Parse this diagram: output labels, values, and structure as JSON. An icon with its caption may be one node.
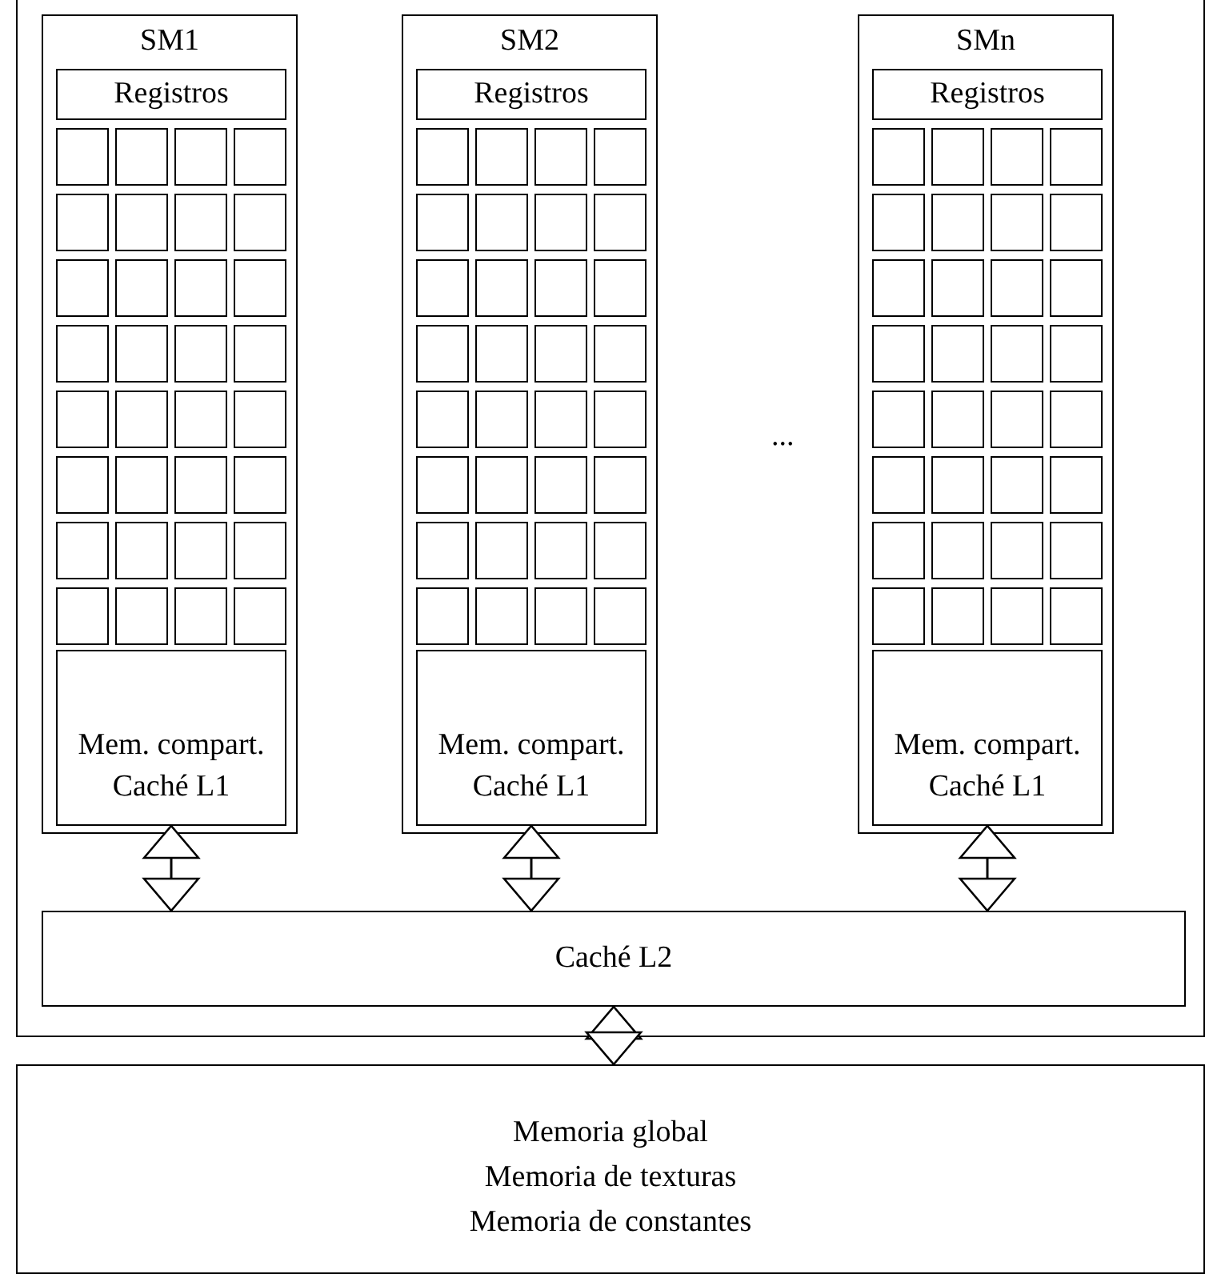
{
  "diagram": {
    "nodes": [
      {
        "text": [],
        "shape": "box"
      },
      {
        "text": [
          "SM1"
        ],
        "in": 0
      },
      {
        "text": [
          "Registros"
        ],
        "in": 1
      },
      {
        "text": [],
        "shape": "box",
        "in": 1
      },
      {
        "text": [],
        "shape": "box",
        "in": 1
      },
      {
        "text": [],
        "shape": "box",
        "in": 1
      },
      {
        "text": [],
        "shape": "box",
        "in": 1
      },
      {
        "text": [],
        "shape": "box",
        "in": 1
      },
      {
        "text": [],
        "shape": "box",
        "in": 1
      },
      {
        "text": [],
        "shape": "box",
        "in": 1
      },
      {
        "text": [],
        "shape": "box",
        "in": 1
      },
      {
        "text": [],
        "shape": "box",
        "in": 1
      },
      {
        "text": [],
        "shape": "box",
        "in": 1
      },
      {
        "text": [],
        "shape": "box",
        "in": 1
      },
      {
        "text": [],
        "shape": "box",
        "in": 1
      },
      {
        "text": [],
        "shape": "box",
        "in": 1
      },
      {
        "text": [],
        "shape": "box",
        "in": 1
      },
      {
        "text": [],
        "shape": "box",
        "in": 1
      },
      {
        "text": [],
        "shape": "box",
        "in": 1
      },
      {
        "text": [],
        "shape": "box",
        "in": 1
      },
      {
        "text": [],
        "shape": "box",
        "in": 1
      },
      {
        "text": [],
        "shape": "box",
        "in": 1
      },
      {
        "text": [],
        "shape": "box",
        "in": 1
      },
      {
        "text": [],
        "shape": "box",
        "in": 1
      },
      {
        "text": [],
        "shape": "box",
        "in": 1
      },
      {
        "text": [],
        "shape": "box",
        "in": 1
      },
      {
        "text": [],
        "shape": "box",
        "in": 1
      },
      {
        "text": [],
        "shape": "box",
        "in": 1
      },
      {
        "text": [],
        "shape": "box",
        "in": 1
      },
      {
        "text": [],
        "shape": "box",
        "in": 1
      },
      {
        "text": [],
        "shape": "box",
        "in": 1
      },
      {
        "text": [],
        "shape": "box",
        "in": 1
      },
      {
        "text": [],
        "shape": "box",
        "in": 1
      },
      {
        "text": [],
        "shape": "box",
        "in": 1
      },
      {
        "text": [],
        "shape": "box",
        "in": 1
      },
      {
        "text": [
          "Mem. compart. Caché L1"
        ],
        "in": 1
      },
      {
        "text": [
          "SM2"
        ],
        "in": 0
      },
      {
        "text": [
          "Registros"
        ],
        "in": 36
      },
      {
        "text": [],
        "shape": "box",
        "in": 36
      },
      {
        "text": [],
        "shape": "box",
        "in": 36
      },
      {
        "text": [],
        "shape": "box",
        "in": 36
      },
      {
        "text": [],
        "shape": "box",
        "in": 36
      },
      {
        "text": [],
        "shape": "box",
        "in": 36
      },
      {
        "text": [],
        "shape": "box",
        "in": 36
      },
      {
        "text": [],
        "shape": "box",
        "in": 36
      },
      {
        "text": [],
        "shape": "box",
        "in": 36
      },
      {
        "text": [],
        "shape": "box",
        "in": 36
      },
      {
        "text": [],
        "shape": "box",
        "in": 36
      },
      {
        "text": [],
        "shape": "box",
        "in": 36
      },
      {
        "text": [],
        "shape": "box",
        "in": 36
      },
      {
        "text": [],
        "shape": "box",
        "in": 36
      },
      {
        "text": [],
        "shape": "box",
        "in": 36
      },
      {
        "text": [],
        "shape": "box",
        "in": 36
      },
      {
        "text": [],
        "shape": "box",
        "in": 36
      },
      {
        "text": [],
        "shape": "box",
        "in": 36
      },
      {
        "text": [],
        "shape": "box",
        "in": 36
      },
      {
        "text": [],
        "shape": "box",
        "in": 36
      },
      {
        "text": [],
        "shape": "box",
        "in": 36
      },
      {
        "text": [],
        "shape": "box",
        "in": 36
      },
      {
        "text": [],
        "shape": "box",
        "in": 36
      },
      {
        "text": [],
        "shape": "box",
        "in": 36
      },
      {
        "text": [],
        "shape": "box",
        "in": 36
      },
      {
        "text": [],
        "shape": "box",
        "in": 36
      },
      {
        "text": [],
        "shape": "box",
        "in": 36
      },
      {
        "text": [],
        "shape": "box",
        "in": 36
      },
      {
        "text": [],
        "shape": "box",
        "in": 36
      },
      {
        "text": [],
        "shape": "box",
        "in": 36
      },
      {
        "text": [],
        "shape": "box",
        "in": 36
      },
      {
        "text": [],
        "shape": "box",
        "in": 36
      },
      {
        "text": [],
        "shape": "box",
        "in": 36
      },
      {
        "text": [
          "Mem. compart. Caché L1"
        ],
        "in": 36
      },
      {
        "text": [
          "SMn"
        ],
        "in": 0
      },
      {
        "text": [
          "Registros"
        ],
        "in": 71
      },
      {
        "text": [],
        "shape": "box",
        "in": 71
      },
      {
        "text": [],
        "shape": "box",
        "in": 71
      },
      {
        "text": [],
        "shape": "box",
        "in": 71
      },
      {
        "text": [],
        "shape": "box",
        "in": 71
      },
      {
        "text": [],
        "shape": "box",
        "in": 71
      },
      {
        "text": [],
        "shape": "box",
        "in": 71
      },
      {
        "text": [],
        "shape": "box",
        "in": 71
      },
      {
        "text": [],
        "shape": "box",
        "in": 71
      },
      {
        "text": [],
        "shape": "box",
        "in": 71
      },
      {
        "text": [],
        "shape": "box",
        "in": 71
      },
      {
        "text": [],
        "shape": "box",
        "in": 71
      },
      {
        "text": [],
        "shape": "box",
        "in": 71
      },
      {
        "text": [],
        "shape": "box",
        "in": 71
      },
      {
        "text": [],
        "shape": "box",
        "in": 71
      },
      {
        "text": [],
        "shape": "box",
        "in": 71
      },
      {
        "text": [],
        "shape": "box",
        "in": 71
      },
      {
        "text": [],
        "shape": "box",
        "in": 71
      },
      {
        "text": [],
        "shape": "box",
        "in": 71
      },
      {
        "text": [],
        "shape": "box",
        "in": 71
      },
      {
        "text": [],
        "shape": "box",
        "in": 71
      },
      {
        "text": [],
        "shape": "box",
        "in": 71
      },
      {
        "text": [],
        "shape": "box",
        "in": 71
      },
      {
        "text": [],
        "shape": "box",
        "in": 71
      },
      {
        "text": [],
        "shape": "box",
        "in": 71
      },
      {
        "text": [],
        "shape": "box",
        "in": 71
      },
      {
        "text": [],
        "shape": "box",
        "in": 71
      },
      {
        "text": [],
        "shape": "box",
        "in": 71
      },
      {
        "text": [],
        "shape": "box",
        "in": 71
      },
      {
        "text": [],
        "shape": "box",
        "in": 71
      },
      {
        "text": [],
        "shape": "box",
        "in": 71
      },
      {
        "text": [],
        "shape": "box",
        "in": 71
      },
      {
        "text": [],
        "shape": "box",
        "in": 71
      },
      {
        "text": [
          "Mem. compart. Caché L1"
        ],
        "in": 71
      },
      {
        "text": [
          "Caché L2"
        ],
        "in": 0
      },
      {
        "text": [
          "Memoria global",
          "Memoria de texturas",
          "Memoria de constantes"
        ]
      }
    ],
    "edges": [
      {
        "from": 35,
        "to": 106,
        "arrow": "both"
      },
      {
        "from": 70,
        "to": 106,
        "arrow": "both"
      },
      {
        "from": 105,
        "to": 106,
        "arrow": "both"
      },
      {
        "from": 106,
        "to": 107,
        "arrow": "both"
      }
    ],
    "labels": [
      "..."
    ]
  }
}
